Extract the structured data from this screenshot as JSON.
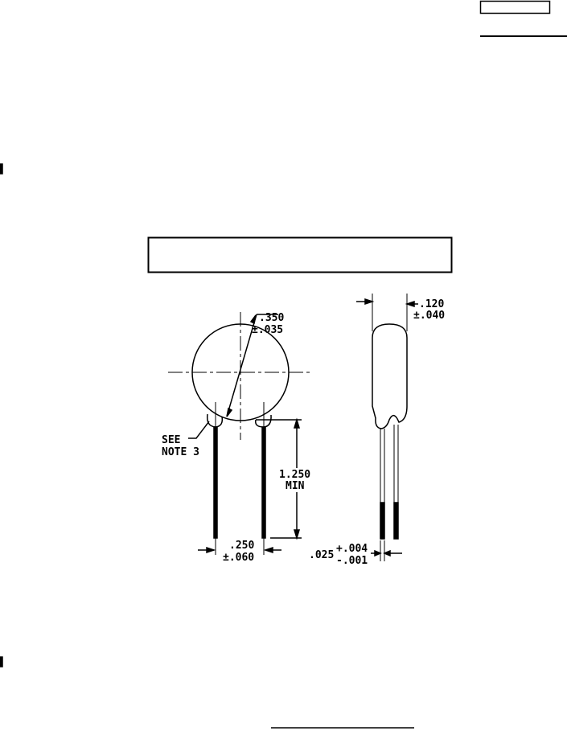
{
  "colors": {
    "ink": "#000000",
    "paper": "#ffffff"
  },
  "front_view": {
    "diameter_dim": ".350",
    "diameter_tol": "±.035",
    "note_label_1": "SEE",
    "note_label_2": "NOTE 3",
    "lead_length_dim": "1.250",
    "lead_length_qual": "MIN",
    "lead_spacing_dim": ".250",
    "lead_spacing_tol": "±.060"
  },
  "side_view": {
    "thickness_dim": ".120",
    "thickness_tol": "±.040",
    "lead_dia_dim": ".025",
    "lead_dia_tol_plus": "+.004",
    "lead_dia_tol_minus": "-.001"
  }
}
